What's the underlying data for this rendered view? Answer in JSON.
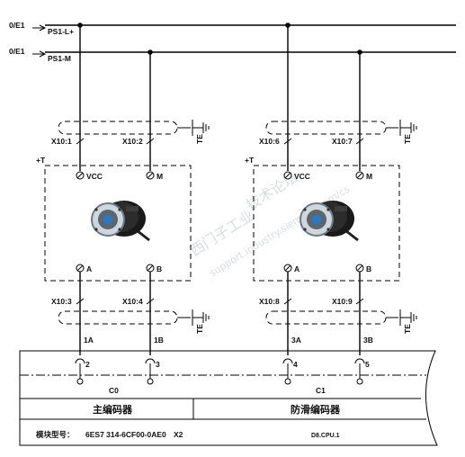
{
  "buses": [
    {
      "ref": "0/E1",
      "name": "PS1-L+"
    },
    {
      "ref": "0/E1",
      "name": "PS1-M"
    }
  ],
  "encoders": [
    {
      "device_tag": "+T",
      "cable_top": {
        "left": "X10:1",
        "right": "X10:2"
      },
      "power_pins": {
        "left": "VCC",
        "right": "M"
      },
      "signal_pins": {
        "left": "A",
        "right": "B"
      },
      "cable_bottom": {
        "left": "X10:3",
        "right": "X10:4"
      },
      "wires": {
        "left": "1A",
        "right": "1B"
      },
      "inputs": {
        "left": "2",
        "right": "3"
      },
      "channel": "C0",
      "name": "主编码器"
    },
    {
      "device_tag": "+T",
      "cable_top": {
        "left": "X10:6",
        "right": "X10:7"
      },
      "power_pins": {
        "left": "VCC",
        "right": "M"
      },
      "signal_pins": {
        "left": "A",
        "right": "B"
      },
      "cable_bottom": {
        "left": "X10:8",
        "right": "X10:9"
      },
      "wires": {
        "left": "3A",
        "right": "3B"
      },
      "inputs": {
        "left": "4",
        "right": "5"
      },
      "channel": "C1",
      "name": "防滑编码器"
    }
  ],
  "shield": {
    "label": "TE"
  },
  "module": {
    "type_label": "模块型号：",
    "part_number": "6ES7 314-6CF00-0AE0",
    "slot": "X2",
    "ref": "D8.CPU.1"
  },
  "watermark": {
    "line1": "西门子工业",
    "line2": "技术论坛",
    "line3": "support.industry.siemens.com/cs"
  }
}
